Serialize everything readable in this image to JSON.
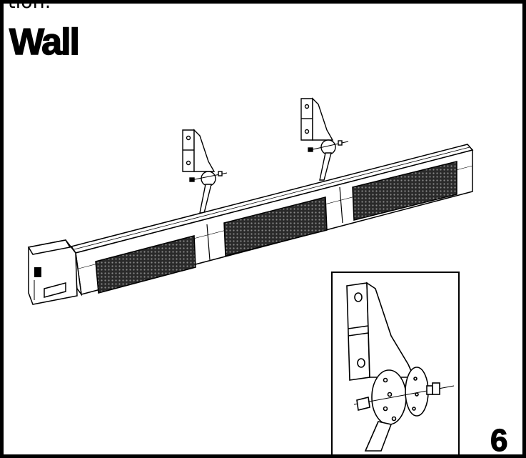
{
  "page": {
    "cut_text": "tion.",
    "heading": "Wall",
    "step_number": "6"
  }
}
